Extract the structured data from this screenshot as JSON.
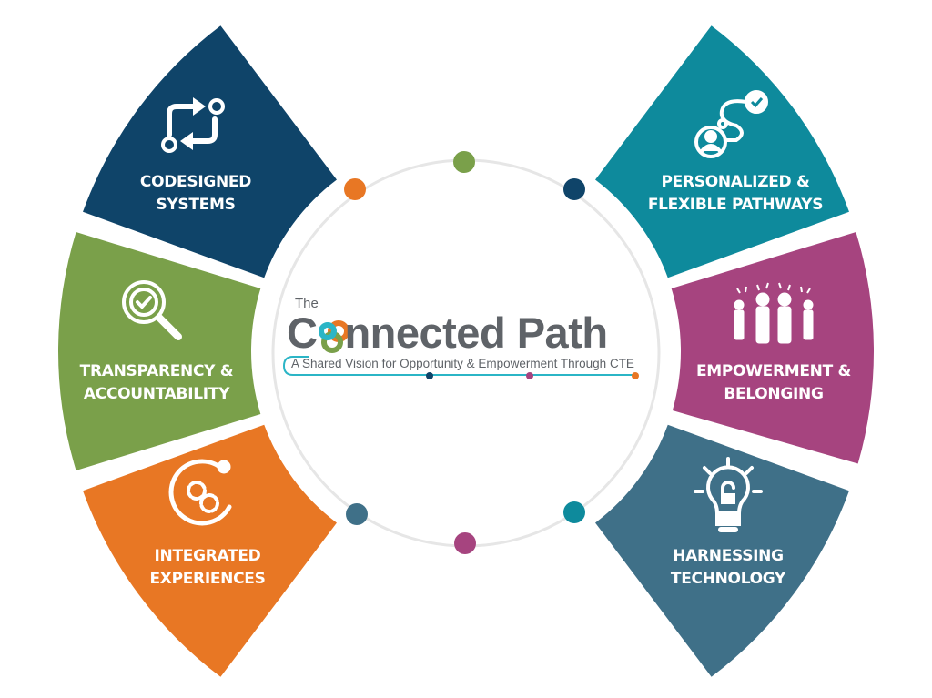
{
  "logo": {
    "the": "The",
    "title_prefix": "C",
    "title_rest": "nnected Path",
    "tagline": "A Shared Vision for Opportunity & Empowerment Through CTE"
  },
  "segments": [
    {
      "id": "codesigned",
      "icon": "gear-cycle-icon",
      "color": "#0f4469",
      "lines": [
        "CODESIGNED",
        "SYSTEMS"
      ]
    },
    {
      "id": "transparency",
      "icon": "magnifier-check-icon",
      "color": "#7aa04a",
      "lines": [
        "TRANSPARENCY &",
        "ACCOUNTABILITY"
      ]
    },
    {
      "id": "integrated",
      "icon": "gears-loop-icon",
      "color": "#e87724",
      "lines": [
        "INTEGRATED",
        "EXPERIENCES"
      ]
    },
    {
      "id": "personalized",
      "icon": "person-path-icon",
      "color": "#0e8a9c",
      "lines": [
        "PERSONALIZED &",
        "FLEXIBLE PATHWAYS"
      ]
    },
    {
      "id": "empowerment",
      "icon": "cheering-people-icon",
      "color": "#a6447f",
      "lines": [
        "EMPOWERMENT &",
        "BELONGING"
      ]
    },
    {
      "id": "harnessing",
      "icon": "lightbulb-icon",
      "color": "#3f7088",
      "lines": [
        "HARNESSING",
        "TECHNOLOGY"
      ]
    }
  ],
  "colors": {
    "ring": "#e6e6e6",
    "logo_gray": "#5f6368",
    "logo_teal": "#2bb5c6"
  }
}
